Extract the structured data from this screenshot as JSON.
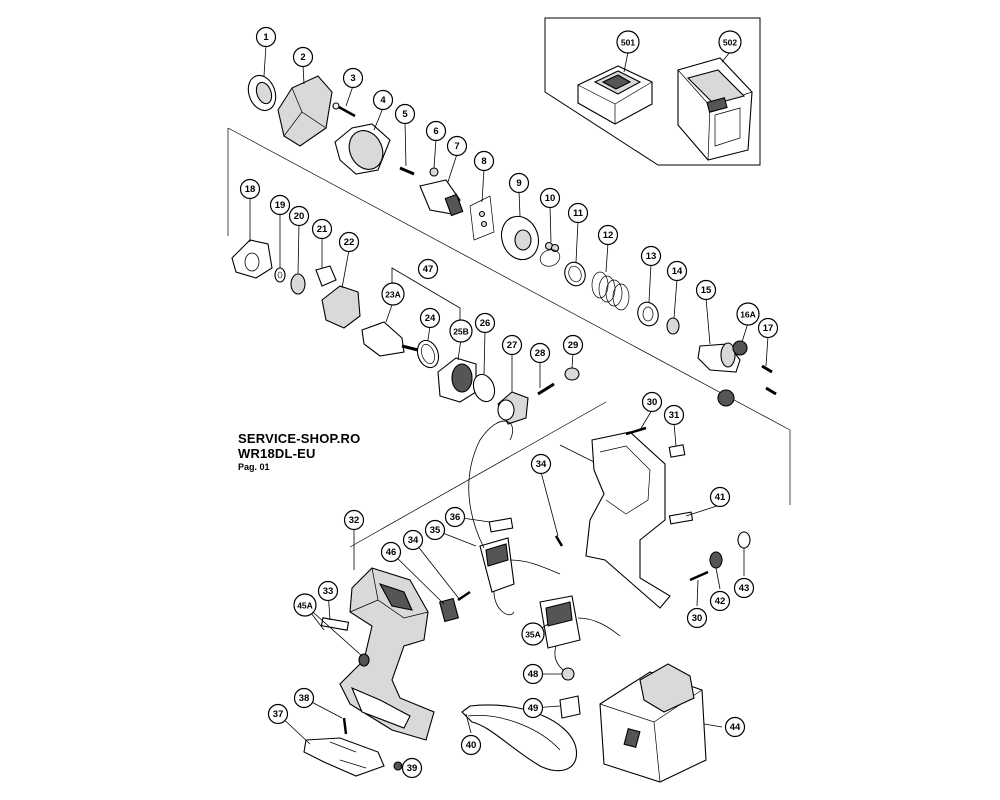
{
  "header": {
    "shop": "SERVICE-SHOP.RO",
    "model": "WR18DL-EU",
    "page": "Pag. 01"
  },
  "labels": [
    {
      "id": "1"
    },
    {
      "id": "2"
    },
    {
      "id": "3"
    },
    {
      "id": "4"
    },
    {
      "id": "5"
    },
    {
      "id": "6"
    },
    {
      "id": "7"
    },
    {
      "id": "8"
    },
    {
      "id": "9"
    },
    {
      "id": "10"
    },
    {
      "id": "11"
    },
    {
      "id": "12"
    },
    {
      "id": "13"
    },
    {
      "id": "14"
    },
    {
      "id": "15"
    },
    {
      "id": "16A"
    },
    {
      "id": "17"
    },
    {
      "id": "18"
    },
    {
      "id": "19"
    },
    {
      "id": "20"
    },
    {
      "id": "21"
    },
    {
      "id": "22"
    },
    {
      "id": "23A"
    },
    {
      "id": "24"
    },
    {
      "id": "25B"
    },
    {
      "id": "26"
    },
    {
      "id": "27"
    },
    {
      "id": "28"
    },
    {
      "id": "29"
    },
    {
      "id": "30"
    },
    {
      "id": "31"
    },
    {
      "id": "32"
    },
    {
      "id": "33"
    },
    {
      "id": "34"
    },
    {
      "id": "34"
    },
    {
      "id": "35"
    },
    {
      "id": "35A"
    },
    {
      "id": "36"
    },
    {
      "id": "37"
    },
    {
      "id": "38"
    },
    {
      "id": "39"
    },
    {
      "id": "40"
    },
    {
      "id": "41"
    },
    {
      "id": "42"
    },
    {
      "id": "43"
    },
    {
      "id": "44"
    },
    {
      "id": "45A"
    },
    {
      "id": "46"
    },
    {
      "id": "47"
    },
    {
      "id": "48"
    },
    {
      "id": "49"
    },
    {
      "id": "30"
    },
    {
      "id": "501"
    },
    {
      "id": "502"
    }
  ]
}
